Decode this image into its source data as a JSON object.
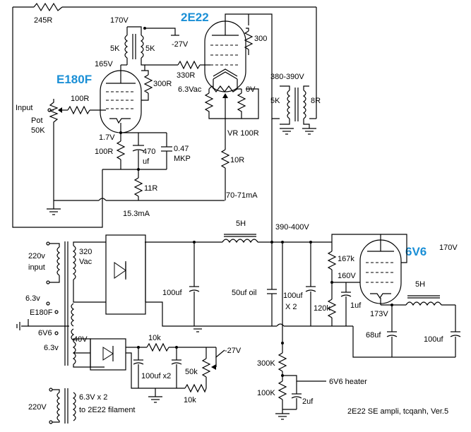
{
  "tubes": {
    "driver": "E180F",
    "output": "2E22",
    "regulator": "6V6"
  },
  "labels": {
    "r245": "245R",
    "v170_top": "170V",
    "r5k_a": "5K",
    "r5k_b": "5K",
    "neg27_top": "-27V",
    "v165": "165V",
    "r330": "330R",
    "r300_top": "300",
    "r300_e180": "300R",
    "r100_grid": "100R",
    "input": "Input",
    "pot": "Pot",
    "pot_val": "50K",
    "v1_7": "1.7V",
    "r100_k": "100R",
    "c470": "470",
    "c470_unit": "uf",
    "c047": "0.47",
    "mkp": "MKP",
    "r11": "11R",
    "i15": "15.3mA",
    "ac63": "6.3Vac",
    "v0": "0V",
    "vr100": "VR 100R",
    "r10": "10R",
    "i70": "70-71mA",
    "v380": "380-390V",
    "ot_5k": "5K",
    "ot_8r": "8R",
    "choke1": "5H",
    "v390": "390-400V",
    "v220_in": "220v",
    "input2": "input",
    "v320": "320",
    "vac": "Vac",
    "f63_a": "6.3v",
    "f_e180": "E180F",
    "f_6v6": "6V6",
    "f63_b": "6.3v",
    "c100_a": "100uf",
    "c50": "50uf oil",
    "c100_b": "100uf",
    "x2": "X 2",
    "r167": "167k",
    "v160": "160V",
    "r120": "120k",
    "c1": "1uf",
    "v170_right": "170V",
    "choke2": "5H",
    "v173": "173V",
    "c68": "68uf",
    "c100_c": "100uf",
    "v40": "40V",
    "r10k_a": "10k",
    "neg27_bot": "-27V",
    "c100x2": "100uf x2",
    "pot50k": "50k",
    "r10k_b": "10k",
    "r300k": "300K",
    "heater6v6": "6V6 heater",
    "r100k": "100K",
    "c2": "2uf",
    "v220_b": "220V",
    "fil_a": "6.3V x 2",
    "fil_b": "to 2E22 filament",
    "credit": "2E22 SE ampli, tcqanh, Ver.5"
  }
}
